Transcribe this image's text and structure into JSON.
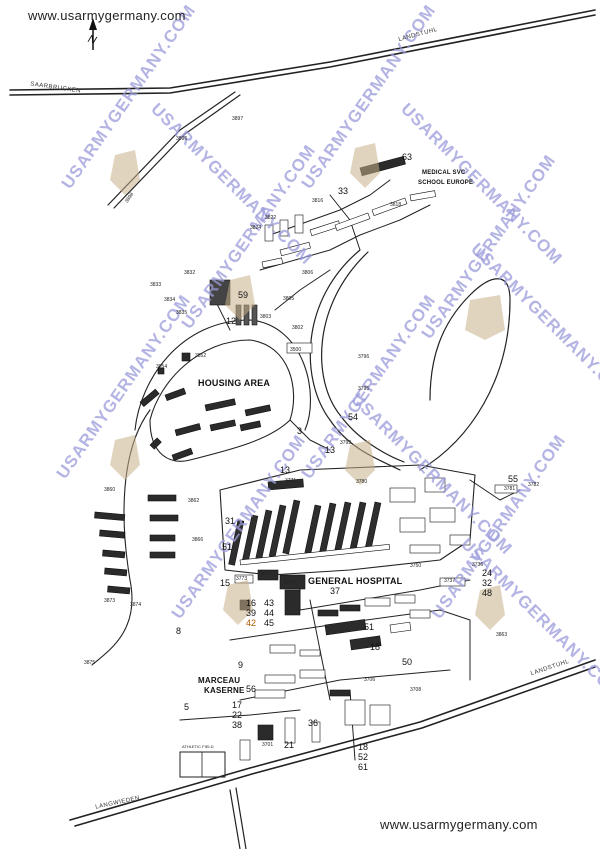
{
  "header_url": "www.usarmygermany.com",
  "footer_url": "www.usarmygermany.com",
  "north_label": "N",
  "watermark_text": "USARMYGERMANY.COM",
  "roads": {
    "landstuhl_top": "LANDSTUHL",
    "saarbrucken": "SAARBRUCKEN",
    "landstuhl_bottom": "LANDSTUHL",
    "langwieden": "LANGWIEDEN"
  },
  "areas": {
    "medical_svc_line1": "MEDICAL SVC",
    "medical_svc_line2": "SCHOOL EUROPE",
    "housing_area": "HOUSING AREA",
    "general_hospital": "GENERAL HOSPITAL",
    "marceau_line1": "MARCEAU",
    "marceau_line2": "KASERNE",
    "athletic_field": "ATHLETIC FIELD"
  },
  "markers": {
    "m63": "63",
    "m33": "33",
    "m59": "59",
    "m12": "12",
    "m54": "54",
    "m3": "3",
    "m13a": "13",
    "m13b": "13",
    "m55": "55",
    "m31": "31",
    "m51a": "51",
    "m15": "15",
    "m37": "37",
    "m24_32_48": [
      "24",
      "32",
      "48"
    ],
    "m16_39": [
      "16",
      "39"
    ],
    "m43_44_45": [
      "43",
      "44",
      "45"
    ],
    "m42": "42",
    "m8": "8",
    "m51b": "51",
    "m18a": "18",
    "m50": "50",
    "m9": "9",
    "m56": "56",
    "m5": "5",
    "m17_22_38": [
      "17",
      "22",
      "38"
    ],
    "m36": "36",
    "m21": "21",
    "m18_52_61": [
      "18",
      "52",
      "61"
    ]
  },
  "building_numbers": {
    "b3897": "3897",
    "b3896": "3896",
    "b3898": "3898",
    "b3832": "3832",
    "b3833": "3833",
    "b3834": "3834",
    "b3835": "3835",
    "b3806": "3806",
    "b3805": "3805",
    "b3802": "3802",
    "b3803": "3803",
    "b3500": "3500",
    "b3796": "3796",
    "b3795": "3795",
    "b3793": "3793",
    "b3780": "3780",
    "b3782": "3782",
    "b3781": "3781",
    "b3852": "3852",
    "b3854": "3854",
    "b3860": "3860",
    "b3862": "3862",
    "b3866": "3866",
    "b3873": "3873",
    "b3874": "3874",
    "b3875": "3875",
    "b3771": "3771",
    "b3774": "3774",
    "b3773": "3773",
    "b3772": "3772",
    "b3750": "3750",
    "b3736": "3736",
    "b3737": "3737",
    "b3863": "3863",
    "b3706": "3706",
    "b3708": "3708",
    "b3701": "3701",
    "b3816": "3816",
    "b3818": "3818",
    "b3822": "3822",
    "b3824": "3824"
  }
}
